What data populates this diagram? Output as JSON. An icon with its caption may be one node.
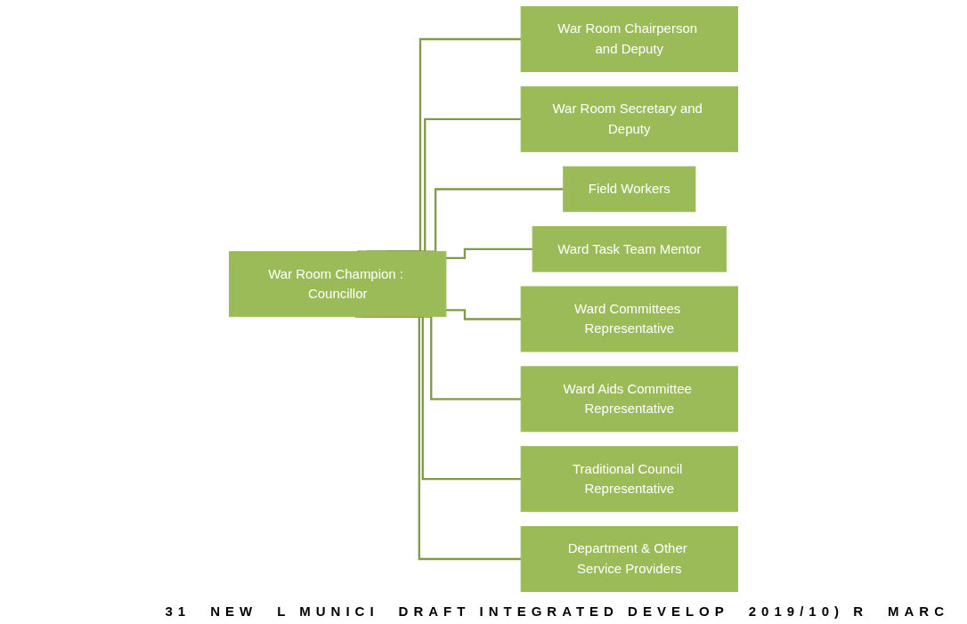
{
  "diagram": {
    "nodes": [
      {
        "text": [
          "War Room Champion : Councillor"
        ]
      },
      {
        "text": [
          "War Room Chairperson and Deputy"
        ]
      },
      {
        "text": [
          "War Room Secretary and Deputy"
        ]
      },
      {
        "text": [
          "Field Workers"
        ]
      },
      {
        "text": [
          "Ward Task Team Mentor"
        ]
      },
      {
        "text": [
          "Ward Committees Representative"
        ]
      },
      {
        "text": [
          "Ward Aids Committee Representative"
        ]
      },
      {
        "text": [
          "Traditional Council Representative"
        ]
      },
      {
        "text": [
          "Department & Other Service Providers"
        ]
      }
    ],
    "edges": [
      {
        "from": 0,
        "to": 1,
        "arrow": "none"
      },
      {
        "from": 0,
        "to": 2,
        "arrow": "none"
      },
      {
        "from": 0,
        "to": 3,
        "arrow": "none"
      },
      {
        "from": 0,
        "to": 4,
        "arrow": "none"
      },
      {
        "from": 0,
        "to": 5,
        "arrow": "none"
      },
      {
        "from": 0,
        "to": 6,
        "arrow": "none"
      },
      {
        "from": 0,
        "to": 7,
        "arrow": "none"
      },
      {
        "from": 0,
        "to": 8,
        "arrow": "none"
      }
    ],
    "labels": [
      "31",
      "NEW",
      "L MUNICI",
      "DRAFT INTEGRATED DEVELOP",
      "2019/10) R",
      "MARC"
    ]
  }
}
